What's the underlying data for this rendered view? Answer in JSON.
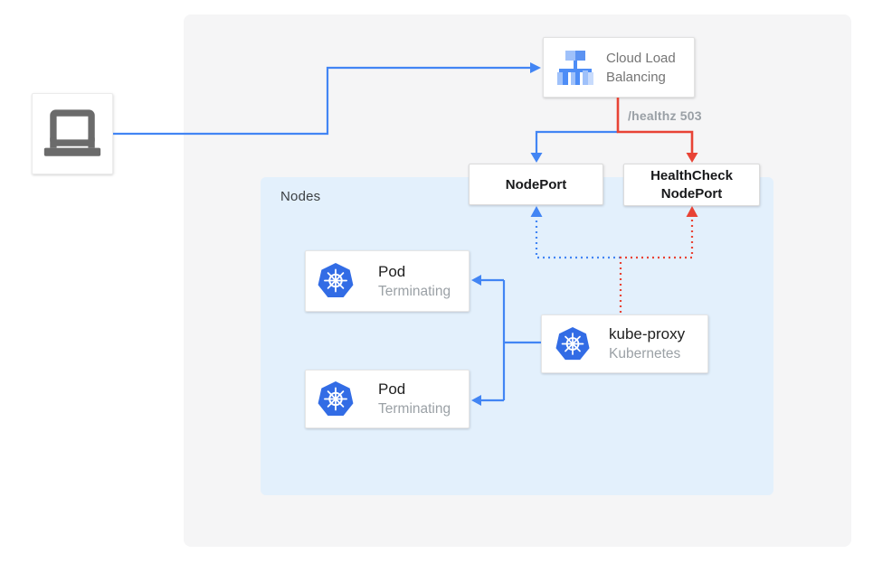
{
  "nodes_group": {
    "label": "Nodes"
  },
  "client": {
    "name": "laptop client"
  },
  "load_balancer": {
    "line1": "Cloud Load",
    "line2": "Balancing"
  },
  "health_label": "/healthz 503",
  "node_port": {
    "label": "NodePort"
  },
  "health_check_node_port": {
    "line1": "HealthCheck",
    "line2": "NodePort"
  },
  "pod1": {
    "title": "Pod",
    "status": "Terminating"
  },
  "pod2": {
    "title": "Pod",
    "status": "Terminating"
  },
  "kube_proxy": {
    "title": "kube-proxy",
    "subtitle": "Kubernetes"
  },
  "colors": {
    "edge_blue": "#4285f4",
    "edge_red": "#e84335",
    "kubernetes_blue": "#326ce5",
    "nodes_bg": "#e3f0fc",
    "panel_bg": "#f5f5f6",
    "muted_text": "#757575",
    "faint_text": "#9aa0a6",
    "dark_text": "#212121"
  }
}
